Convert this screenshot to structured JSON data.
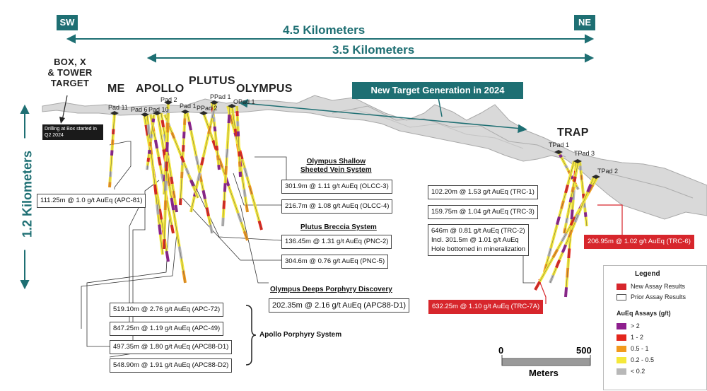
{
  "directions": {
    "sw": "SW",
    "ne": "NE"
  },
  "distances": {
    "outer": "4.5 Kilometers",
    "inner": "3.5 Kilometers",
    "vertical": "1.2 Kilometers"
  },
  "targets": {
    "box_x_tower": "BOX, X\n& TOWER\nTARGET",
    "me": "ME",
    "apollo": "APOLLO",
    "plutus": "PLUTUS",
    "olympus": "OLYMPUS",
    "trap": "TRAP"
  },
  "new_target_banner": "New Target Generation in 2024",
  "drilling_note": "Drilling at Box started in Q2 2024",
  "pads": [
    "Pad 11",
    "Pad 6",
    "Pad 10",
    "Pad 2",
    "Pad 1",
    "PPad 2",
    "PPad 1",
    "OPad 1",
    "TPad 1",
    "TPad 3",
    "TPad 2"
  ],
  "system_headers": {
    "olympus_shallow": "Olympus Shallow\nSheeted Vein System",
    "plutus_breccia": "Plutus Breccia System",
    "olympus_deeps": "Olympus Deeps Porphyry Discovery",
    "apollo_porphyry": "Apollo Porphyry System"
  },
  "results": {
    "apc81": "111.25m @ 1.0 g/t AuEq (APC-81)",
    "olcc3": "301.9m @ 1.11 g/t AuEq (OLCC-3)",
    "olcc4": "216.7m @ 1.08 g/t AuEq (OLCC-4)",
    "pnc2": "136.45m @ 1.31 g/t AuEq (PNC-2)",
    "pnc5": "304.6m @ 0.76 g/t AuEq (PNC-5)",
    "apc88d1_deeps": "202.35m @ 2.16 g/t AuEq (APC88-D1)",
    "apc72": "519.10m @ 2.76 g/t AuEq (APC-72)",
    "apc49": "847.25m @ 1.19 g/t AuEq (APC-49)",
    "apc88d1": "497.35m @ 1.80 g/t AuEq (APC88-D1)",
    "apc88d2": "548.90m @ 1.91 g/t AuEq (APC88-D2)",
    "trc1": "102.20m @ 1.53 g/t AuEq (TRC-1)",
    "trc3": "159.75m @ 1.04 g/t AuEq (TRC-3)",
    "trc2_line1": "646m @ 0.81 g/t AuEq (TRC-2)",
    "trc2_line2": "Incl. 301.5m @ 1.01 g/t AuEq",
    "trc2_line3": "Hole bottomed in mineralization",
    "trc6": "206.95m @ 1.02 g/t AuEq (TRC-6)",
    "trc7a": "632.25m @ 1.10 g/t AuEq (TRC-7A)"
  },
  "legend": {
    "title": "Legend",
    "new": "New Assay Results",
    "prior": "Prior Assay Results",
    "assay_title": "AuEq Assays (g/t)",
    "bins": [
      {
        "label": "> 2",
        "color": "#8e1f8e"
      },
      {
        "label": "1 - 2",
        "color": "#e3261c"
      },
      {
        "label": "0.5 - 1",
        "color": "#f29a1d"
      },
      {
        "label": "0.2 - 0.5",
        "color": "#f5e83a"
      },
      {
        "label": "< 0.2",
        "color": "#b8b8b8"
      }
    ],
    "new_color": "#d7262c"
  },
  "scale": {
    "zero": "0",
    "max": "500",
    "unit": "Meters"
  },
  "colors": {
    "teal": "#1e6f73",
    "red": "#d7262c"
  }
}
